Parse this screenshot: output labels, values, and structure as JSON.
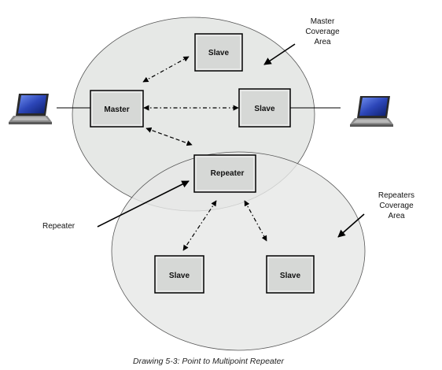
{
  "nodes": {
    "master": "Master",
    "slave_top": "Slave",
    "slave_right": "Slave",
    "repeater": "Repeater",
    "slave_bottom_left": "Slave",
    "slave_bottom_right": "Slave"
  },
  "annotations": {
    "master_coverage": [
      "Master",
      "Coverage",
      "Area"
    ],
    "repeaters_coverage": [
      "Repeaters",
      "Coverage",
      "Area"
    ],
    "repeater_pointer": "Repeater"
  },
  "caption": "Drawing 5-3:  Point to Multipoint Repeater",
  "colors": {
    "coverage_fill": "#e6e8e6",
    "node_fill": "#dadcda",
    "node_stroke": "#000000",
    "laptop_screen": "#2c46b8"
  },
  "icons": {
    "left_device": "laptop-icon",
    "right_device": "laptop-icon"
  }
}
